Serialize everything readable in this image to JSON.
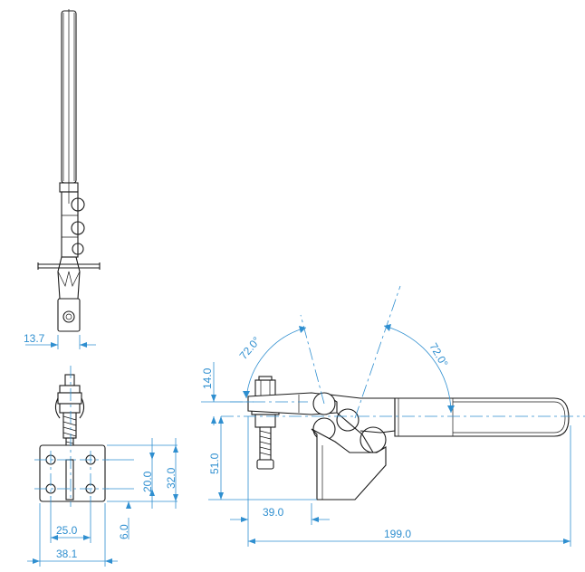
{
  "colors": {
    "dimension": "#2f8fd0",
    "outline": "#1a1a1a",
    "background": "#ffffff"
  },
  "dimensions": {
    "top_view_width": "13.7",
    "bolt_offset": "14.0",
    "angle_left": "72.0°",
    "angle_right": "72.0°",
    "base_height": "51.0",
    "base_length": "39.0",
    "overall_length": "199.0",
    "plate_hole_spacing_v": "20.0",
    "plate_height": "32.0",
    "plate_hole_offset": "6.0",
    "plate_hole_spacing_h": "25.0",
    "plate_width": "38.1"
  }
}
